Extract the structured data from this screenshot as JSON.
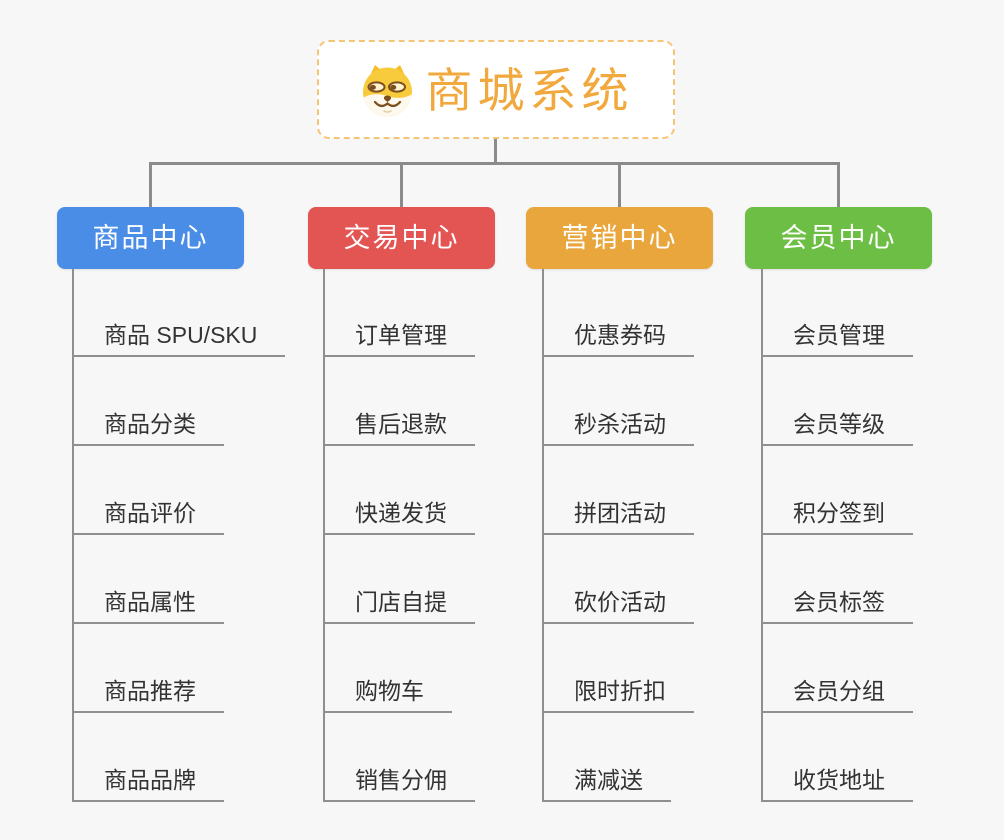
{
  "root": {
    "title": "商城系统",
    "icon": "dog-face-icon"
  },
  "branches": [
    {
      "label": "商品中心",
      "color": "#4A8DE6",
      "items": [
        "商品 SPU/SKU",
        "商品分类",
        "商品评价",
        "商品属性",
        "商品推荐",
        "商品品牌"
      ]
    },
    {
      "label": "交易中心",
      "color": "#E25553",
      "items": [
        "订单管理",
        "售后退款",
        "快递发货",
        "门店自提",
        "购物车",
        "销售分佣"
      ]
    },
    {
      "label": "营销中心",
      "color": "#E9A63D",
      "items": [
        "优惠券码",
        "秒杀活动",
        "拼团活动",
        "砍价活动",
        "限时折扣",
        "满减送"
      ]
    },
    {
      "label": "会员中心",
      "color": "#6CBE44",
      "items": [
        "会员管理",
        "会员等级",
        "积分签到",
        "会员标签",
        "会员分组",
        "收货地址"
      ]
    }
  ],
  "colors": {
    "background": "#F7F7F7",
    "connector": "#8B8B8B",
    "child_connector": "#8F8F8F",
    "root_accent": "#F1A83C",
    "root_border": "#F6C475",
    "leaf_text": "#333333"
  }
}
